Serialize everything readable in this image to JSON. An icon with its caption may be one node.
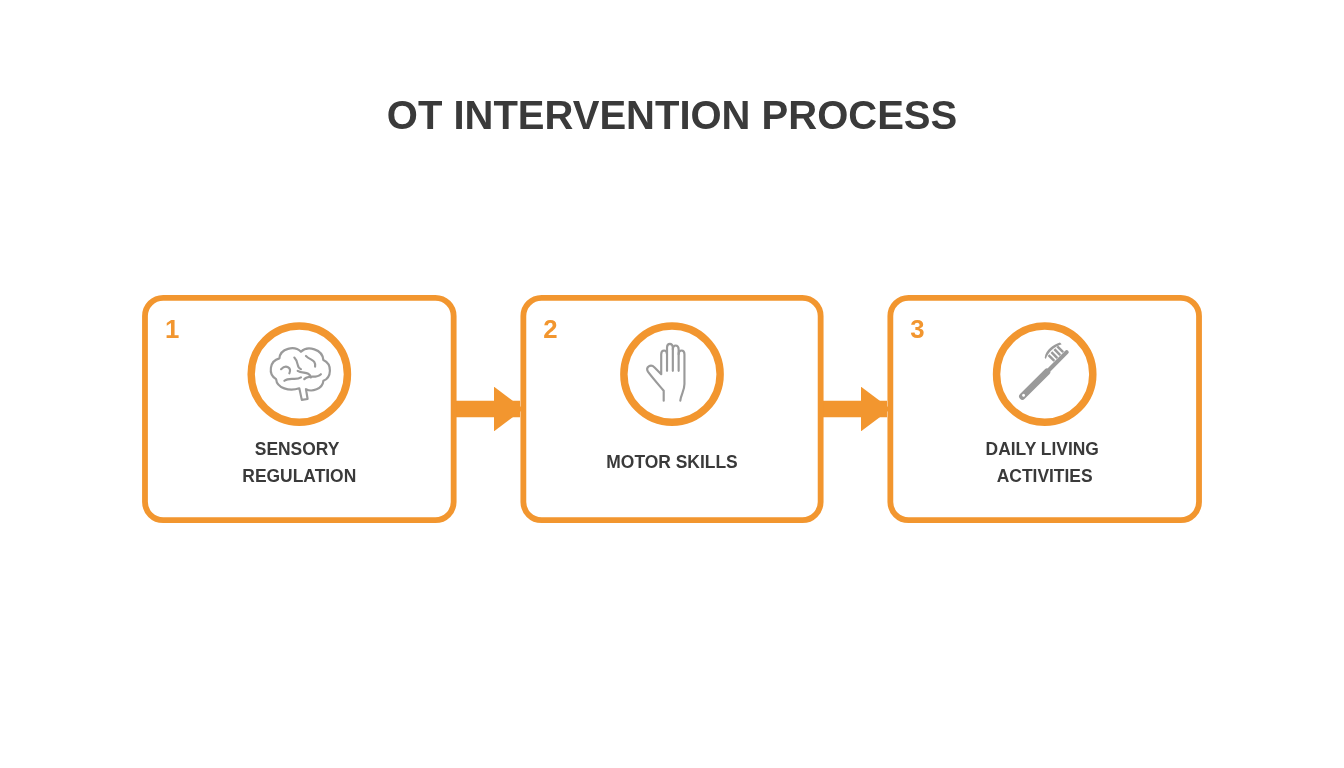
{
  "diagram": {
    "title": "OT INTERVENTION PROCESS",
    "nodes": [
      {
        "text": [
          "1",
          "SENSORY REGULATION"
        ]
      },
      {
        "text": [
          "2",
          "MOTOR SKILLS"
        ]
      },
      {
        "text": [
          "3",
          "DAILY LIVING ACTIVITIES"
        ]
      }
    ],
    "edges": [
      {
        "from": 0,
        "to": 1,
        "arrow": "to"
      },
      {
        "from": 1,
        "to": 2,
        "arrow": "to"
      }
    ]
  }
}
